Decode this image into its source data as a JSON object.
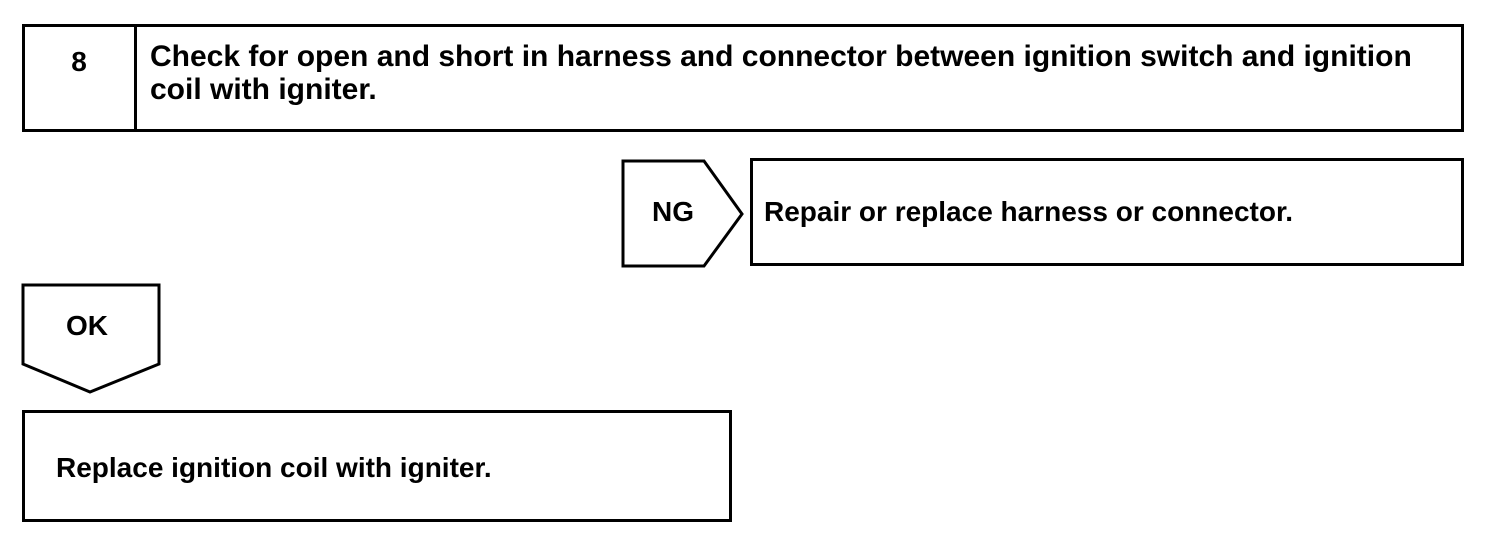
{
  "step": {
    "number": "8",
    "title": "Check for open and short in harness and connector between ignition switch and ignition coil with igniter."
  },
  "ng_branch": {
    "label": "NG",
    "result": "Repair or replace harness or connector."
  },
  "ok_branch": {
    "label": "OK",
    "result": "Replace ignition coil with igniter."
  },
  "colors": {
    "line": "#000000",
    "background": "#ffffff"
  }
}
